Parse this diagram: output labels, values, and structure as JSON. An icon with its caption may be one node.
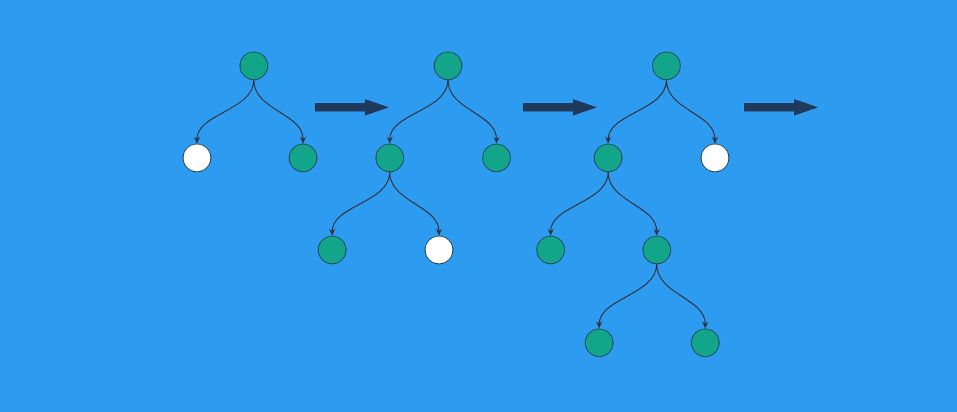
{
  "diagram": {
    "nodes": [
      {
        "text": [],
        "shape": "circle"
      },
      {
        "text": [],
        "shape": "circle"
      },
      {
        "text": [],
        "shape": "circle"
      },
      {
        "text": [],
        "shape": "circle"
      },
      {
        "text": [],
        "shape": "circle"
      },
      {
        "text": [],
        "shape": "circle"
      },
      {
        "text": [],
        "shape": "circle"
      },
      {
        "text": [],
        "shape": "circle"
      },
      {
        "text": [],
        "shape": "circle"
      },
      {
        "text": [],
        "shape": "circle"
      },
      {
        "text": [],
        "shape": "circle"
      },
      {
        "text": [],
        "shape": "circle"
      },
      {
        "text": [],
        "shape": "circle"
      },
      {
        "text": [],
        "shape": "circle"
      },
      {
        "text": [],
        "shape": "circle"
      }
    ],
    "edges": [
      {
        "from": 0,
        "to": 1,
        "arrow": "to"
      },
      {
        "from": 0,
        "to": 2,
        "arrow": "to"
      },
      {
        "from": 3,
        "to": 4,
        "arrow": "to"
      },
      {
        "from": 3,
        "to": 5,
        "arrow": "to"
      },
      {
        "from": 4,
        "to": 6,
        "arrow": "to"
      },
      {
        "from": 4,
        "to": 7,
        "arrow": "to"
      },
      {
        "from": 8,
        "to": 9,
        "arrow": "to"
      },
      {
        "from": 8,
        "to": 10,
        "arrow": "to"
      },
      {
        "from": 9,
        "to": 11,
        "arrow": "to"
      },
      {
        "from": 9,
        "to": 12,
        "arrow": "to"
      },
      {
        "from": 12,
        "to": 13,
        "arrow": "to"
      },
      {
        "from": 12,
        "to": 14,
        "arrow": "to"
      }
    ]
  }
}
